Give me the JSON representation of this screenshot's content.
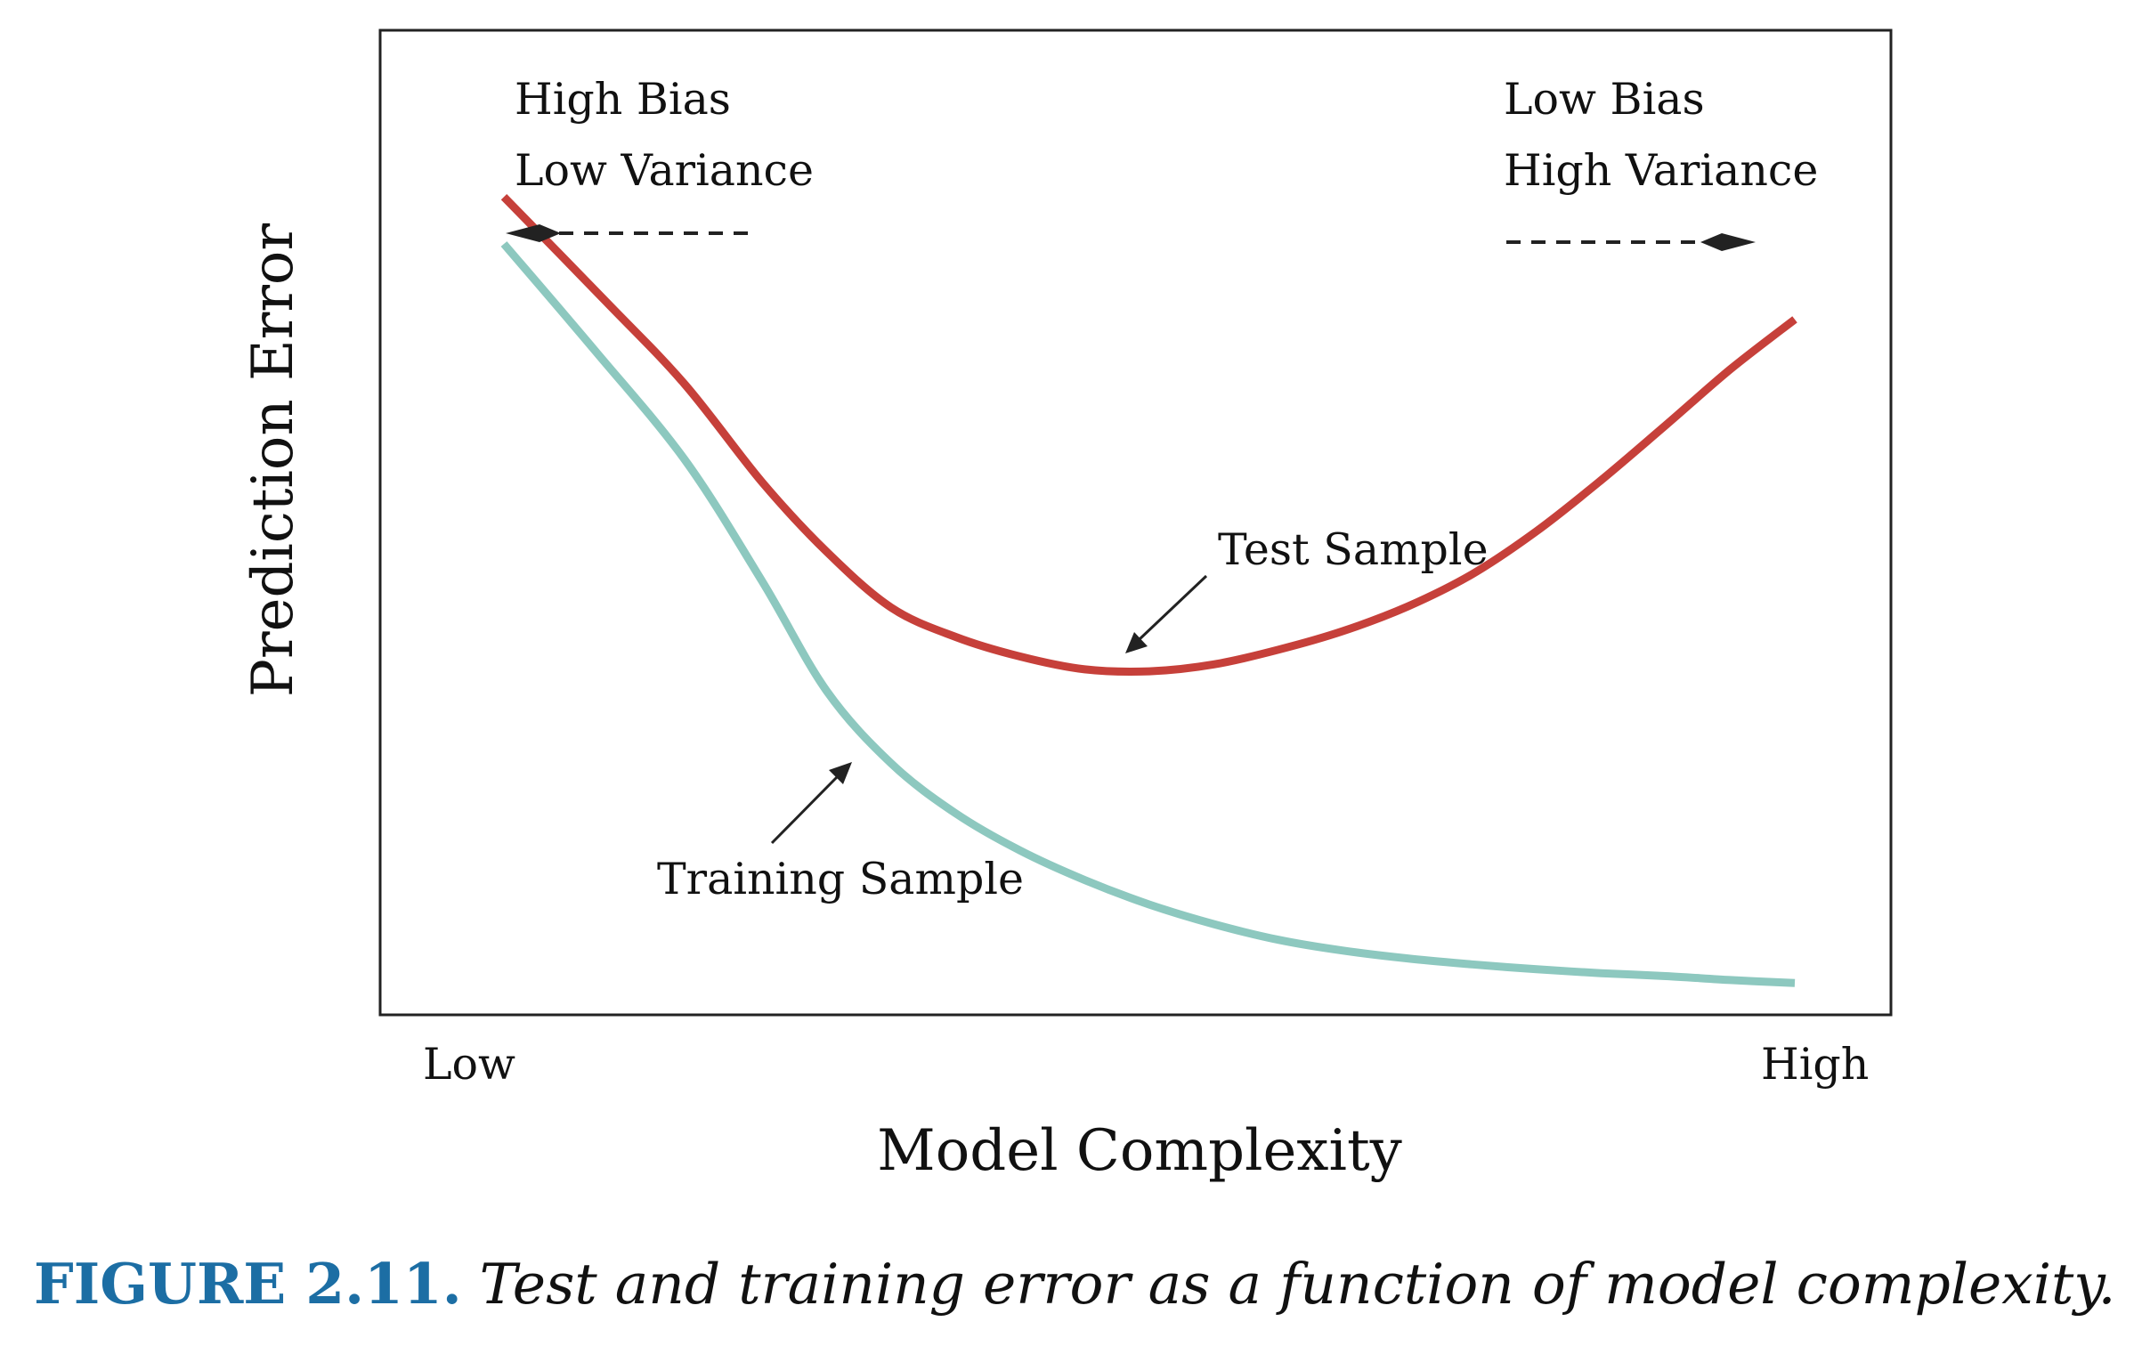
{
  "chart_data": {
    "type": "line",
    "xlabel": "Model Complexity",
    "ylabel": "Prediction Error",
    "x_ticks": [
      "Low",
      "High"
    ],
    "xlim": [
      0,
      1
    ],
    "ylim": [
      0,
      1
    ],
    "grid": false,
    "legend": "none",
    "annotations": {
      "left_line1": "High Bias",
      "left_line2": "Low Variance",
      "right_line1": "Low Bias",
      "right_line2": "High Variance",
      "test_label": "Test Sample",
      "training_label": "Training Sample"
    },
    "series": [
      {
        "key": "test",
        "color": "#c6403a",
        "x": [
          0.0,
          0.08,
          0.14,
          0.2,
          0.25,
          0.3,
          0.35,
          0.4,
          0.45,
          0.5,
          0.55,
          0.6,
          0.65,
          0.7,
          0.75,
          0.8,
          0.85,
          0.9,
          0.95,
          1.0
        ],
        "y": [
          0.83,
          0.722,
          0.639,
          0.539,
          0.468,
          0.411,
          0.381,
          0.361,
          0.348,
          0.346,
          0.353,
          0.368,
          0.387,
          0.412,
          0.445,
          0.489,
          0.541,
          0.597,
          0.654,
          0.705
        ]
      },
      {
        "key": "training",
        "color": "#8dc8bf",
        "x": [
          0.0,
          0.07,
          0.14,
          0.2,
          0.25,
          0.3,
          0.35,
          0.4,
          0.45,
          0.5,
          0.55,
          0.6,
          0.65,
          0.7,
          0.75,
          0.8,
          0.85,
          0.9,
          0.95,
          1.0
        ],
        "y": [
          0.782,
          0.674,
          0.562,
          0.438,
          0.326,
          0.252,
          0.201,
          0.163,
          0.133,
          0.108,
          0.088,
          0.072,
          0.061,
          0.053,
          0.047,
          0.042,
          0.038,
          0.035,
          0.031,
          0.028
        ]
      }
    ]
  },
  "caption": {
    "number": "FIGURE 2.11.",
    "text": "Test and training error as a function of model complexity."
  }
}
